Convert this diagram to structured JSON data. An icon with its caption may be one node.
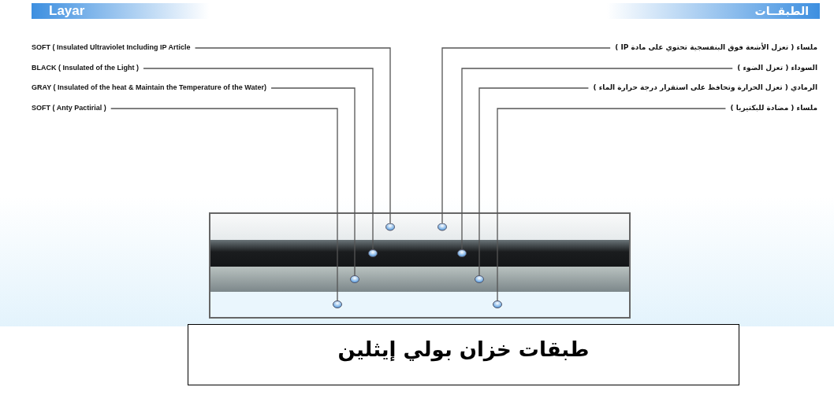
{
  "diagram": {
    "nodes": [
      {
        "text": [
          "Layar"
        ]
      },
      {
        "text": [
          "الطبقــات"
        ]
      },
      {
        "text": [
          "SOFT ( Insulated Ultraviolet Including IP Article"
        ]
      },
      {
        "text": [
          "ملساء ( تعزل الأشعة فوق البنفسجية تحتوي على مادة IP )"
        ]
      },
      {
        "text": [
          "BLACK ( Insulated of the Light )"
        ]
      },
      {
        "text": [
          "السوداء ( تعزل الضوء )"
        ]
      },
      {
        "text": [
          "GRAY ( Insulated of the heat & Maintain the Temperature of the Water)"
        ]
      },
      {
        "text": [
          "الرمادي ( تعزل الحرارة وتحافظ على استقرار درجة حرارة الماء )"
        ]
      },
      {
        "text": [
          "SOFT ( Anty Pactirial )"
        ]
      },
      {
        "text": [
          "ملساء ( مضادة للبكتيريا )"
        ]
      },
      {
        "text": [],
        "shape": "box"
      },
      {
        "text": [],
        "shape": "bar",
        "in": 10
      },
      {
        "text": [],
        "shape": "bar",
        "in": 10
      },
      {
        "text": [],
        "shape": "bar",
        "in": 10
      },
      {
        "text": [],
        "shape": "bar",
        "in": 10
      },
      {
        "text": [
          "طبقات خزان بولي إيثلين"
        ]
      }
    ],
    "edges": [
      {
        "from": 2,
        "to": 11,
        "arrow": "other"
      },
      {
        "from": 3,
        "to": 11,
        "arrow": "other"
      },
      {
        "from": 4,
        "to": 12,
        "arrow": "other"
      },
      {
        "from": 5,
        "to": 12,
        "arrow": "other"
      },
      {
        "from": 6,
        "to": 13,
        "arrow": "other"
      },
      {
        "from": 7,
        "to": 13,
        "arrow": "other"
      },
      {
        "from": 8,
        "to": 14,
        "arrow": "other"
      },
      {
        "from": 9,
        "to": 14,
        "arrow": "other"
      }
    ]
  }
}
